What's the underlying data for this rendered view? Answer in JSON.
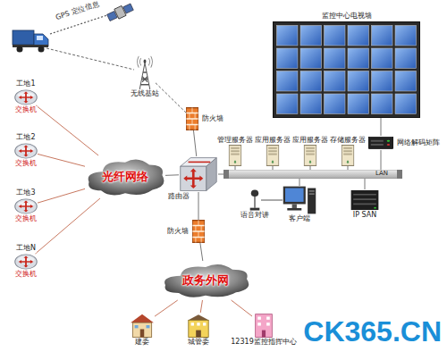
{
  "diagram": {
    "nodes": [
      {
        "text": [
          "工地1",
          "交换机"
        ]
      },
      {
        "text": [
          "工地2",
          "交换机"
        ]
      },
      {
        "text": [
          "工地3",
          "交换机"
        ]
      },
      {
        "text": [
          "工地N",
          "交换机"
        ]
      },
      {
        "text": [
          "无线基站"
        ]
      },
      {
        "text": [
          "光纤网络"
        ]
      },
      {
        "text": [
          "防火墙"
        ]
      },
      {
        "text": [
          "路由器"
        ]
      },
      {
        "text": [
          "防火墙"
        ]
      },
      {
        "text": [
          "政务外网"
        ]
      },
      {
        "text": [
          "管理服务器"
        ]
      },
      {
        "text": [
          "应用服务器"
        ]
      },
      {
        "text": [
          "应用服务器"
        ]
      },
      {
        "text": [
          "存储服务器"
        ]
      },
      {
        "text": [
          "LAN"
        ]
      },
      {
        "text": [
          "监控中心电视墙"
        ]
      },
      {
        "text": [
          "网络解码矩阵"
        ]
      },
      {
        "text": [
          "语音对讲"
        ]
      },
      {
        "text": [
          "客户端"
        ]
      },
      {
        "text": [
          "IP SAN"
        ]
      },
      {
        "text": [
          "建委"
        ]
      },
      {
        "text": [
          "城管委"
        ]
      },
      {
        "text": [
          "12319监控指挥中心"
        ]
      }
    ],
    "edges": [
      {
        "from": 0,
        "to": 5,
        "arrow": "none"
      },
      {
        "from": 1,
        "to": 5,
        "arrow": "none"
      },
      {
        "from": 2,
        "to": 5,
        "arrow": "none"
      },
      {
        "from": 3,
        "to": 5,
        "arrow": "none"
      },
      {
        "from": 5,
        "to": 7,
        "arrow": "none"
      },
      {
        "from": 4,
        "to": 6,
        "arrow": "none"
      },
      {
        "from": 6,
        "to": 7,
        "arrow": "none"
      },
      {
        "from": 7,
        "to": 8,
        "arrow": "none"
      },
      {
        "from": 8,
        "to": 9,
        "arrow": "none"
      },
      {
        "from": 7,
        "to": 14,
        "arrow": "none"
      },
      {
        "from": 10,
        "to": 14,
        "arrow": "none"
      },
      {
        "from": 11,
        "to": 14,
        "arrow": "none"
      },
      {
        "from": 12,
        "to": 14,
        "arrow": "none"
      },
      {
        "from": 13,
        "to": 14,
        "arrow": "none"
      },
      {
        "from": 16,
        "to": 14,
        "arrow": "none"
      },
      {
        "from": 16,
        "to": 15,
        "arrow": "none"
      },
      {
        "from": 17,
        "to": 18,
        "arrow": "none"
      },
      {
        "from": 18,
        "to": 14,
        "arrow": "none"
      },
      {
        "from": 19,
        "to": 14,
        "arrow": "none"
      },
      {
        "from": 9,
        "to": 20,
        "arrow": "none"
      },
      {
        "from": 9,
        "to": 21,
        "arrow": "none"
      },
      {
        "from": 9,
        "to": 22,
        "arrow": "none"
      }
    ],
    "labels": [
      "GPS 定位信息",
      "CK365.CN"
    ]
  }
}
